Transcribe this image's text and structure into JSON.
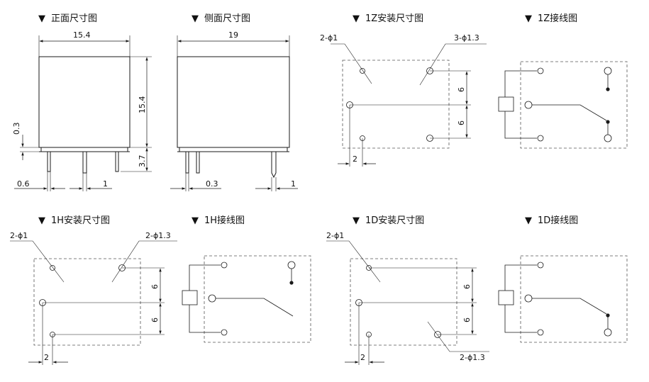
{
  "titles": {
    "front": "正面尺寸图",
    "side": "侧面尺寸图",
    "z_install": "1Z安装尺寸图",
    "z_wiring": "1Z接线图",
    "h_install": "1H安装尺寸图",
    "h_wiring": "1H接线图",
    "d_install": "1D安装尺寸图",
    "d_wiring": "1D接线图"
  },
  "title_marker": "▼",
  "front_view": {
    "width": "15.4",
    "height": "15.4",
    "standoff": "0.3",
    "pin_length": "3.7",
    "pin_width": "0.6",
    "pin_pitch_label": "1"
  },
  "side_view": {
    "width": "19",
    "pin_thickness": "0.3",
    "pin_label": "1"
  },
  "install_dims": {
    "small_holes_z": "2-ϕ1",
    "large_holes_z": "3-ϕ1.3",
    "small_holes_h": "2-ϕ1",
    "large_holes_h": "2-ϕ1.3",
    "small_holes_d": "2-ϕ1",
    "large_holes_d": "2-ϕ1.3",
    "pitch_v": "6",
    "pitch_h": "2"
  },
  "colors": {
    "line": "#1a1a1a",
    "dash": "#555555"
  }
}
